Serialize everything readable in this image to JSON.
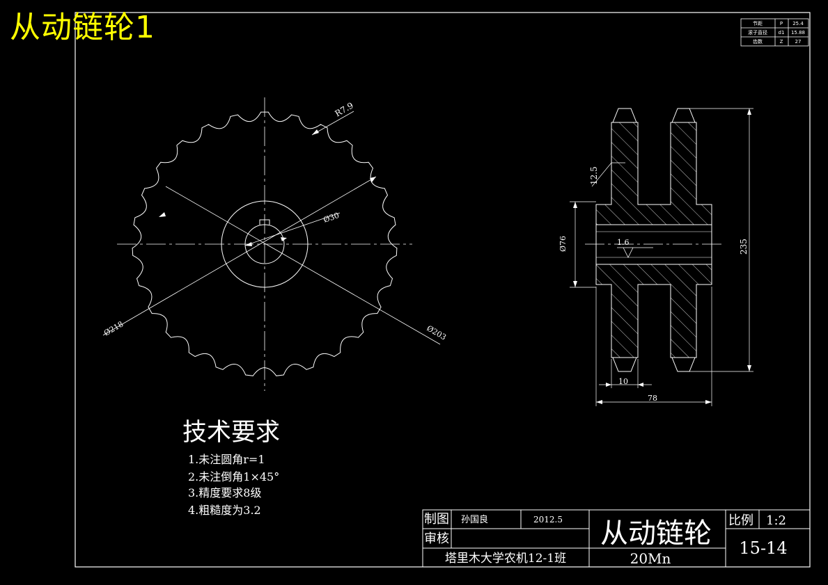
{
  "sheet_title": "从动链轮1",
  "param_table": [
    {
      "name": "节距",
      "symbol": "P",
      "value": "25.4"
    },
    {
      "name": "滚子直径",
      "symbol": "d1",
      "value": "15.88"
    },
    {
      "name": "齿数",
      "symbol": "Z",
      "value": "27"
    }
  ],
  "front_view": {
    "dim_r": "R7.9",
    "dim_bore": "Ø30",
    "dim_root": "Ø203",
    "dim_tip": "Ø218",
    "tooth_count": 27
  },
  "side_view": {
    "dim_roughness": "12.5",
    "dim_hub": "Ø76",
    "dim_inner": "1.6",
    "dim_height": "235",
    "dim_tooth_width": "10",
    "dim_total_width": "78"
  },
  "tech_req": {
    "title": "技术要求",
    "items": [
      "1.未注圆角r=1",
      "2.未注倒角1×45°",
      "3.精度要求8级",
      "4.粗糙度为3.2"
    ]
  },
  "title_block": {
    "drawn_label": "制图",
    "drawn_name": "孙国良",
    "date": "2012.5",
    "check_label": "审核",
    "part_name": "从动链轮",
    "scale_label": "比例",
    "scale_value": "1:2",
    "drawing_no": "15-14",
    "org": "塔里木大学农机12-1班",
    "material": "20Mn"
  },
  "colors": {
    "background": "#000000",
    "lines": "#ffffff",
    "title": "#ffff00"
  }
}
